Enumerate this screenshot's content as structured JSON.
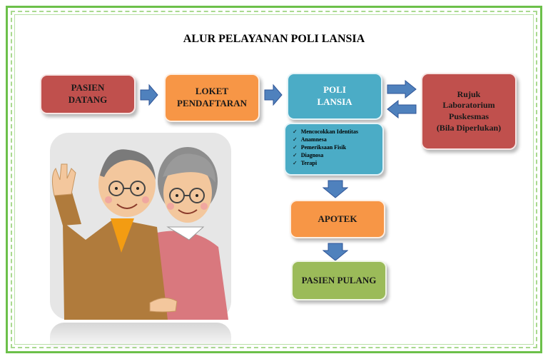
{
  "title": "ALUR PELAYANAN POLI LANSIA",
  "nodes": {
    "pasien_datang": "PASIEN\nDATANG",
    "loket": "LOKET\nPENDAFTARAN",
    "poli_lansia": "POLI\nLANSIA",
    "rujuk": "Rujuk\nLaboratorium\nPuskesmas\n(Bila Diperlukan)",
    "apotek": "APOTEK",
    "pasien_pulang": "PASIEN PULANG"
  },
  "checklist": [
    "Mencocokkan Identitas",
    "Anamnesa",
    "Pemeriksaan Fisik",
    "Diagnosa",
    "Terapi"
  ],
  "colors": {
    "red": "#c0504d",
    "orange": "#f79646",
    "blue": "#4bacc6",
    "green": "#9bbb59",
    "arrow": "#4f81bd"
  },
  "illustration": "elderly-couple-illustration"
}
